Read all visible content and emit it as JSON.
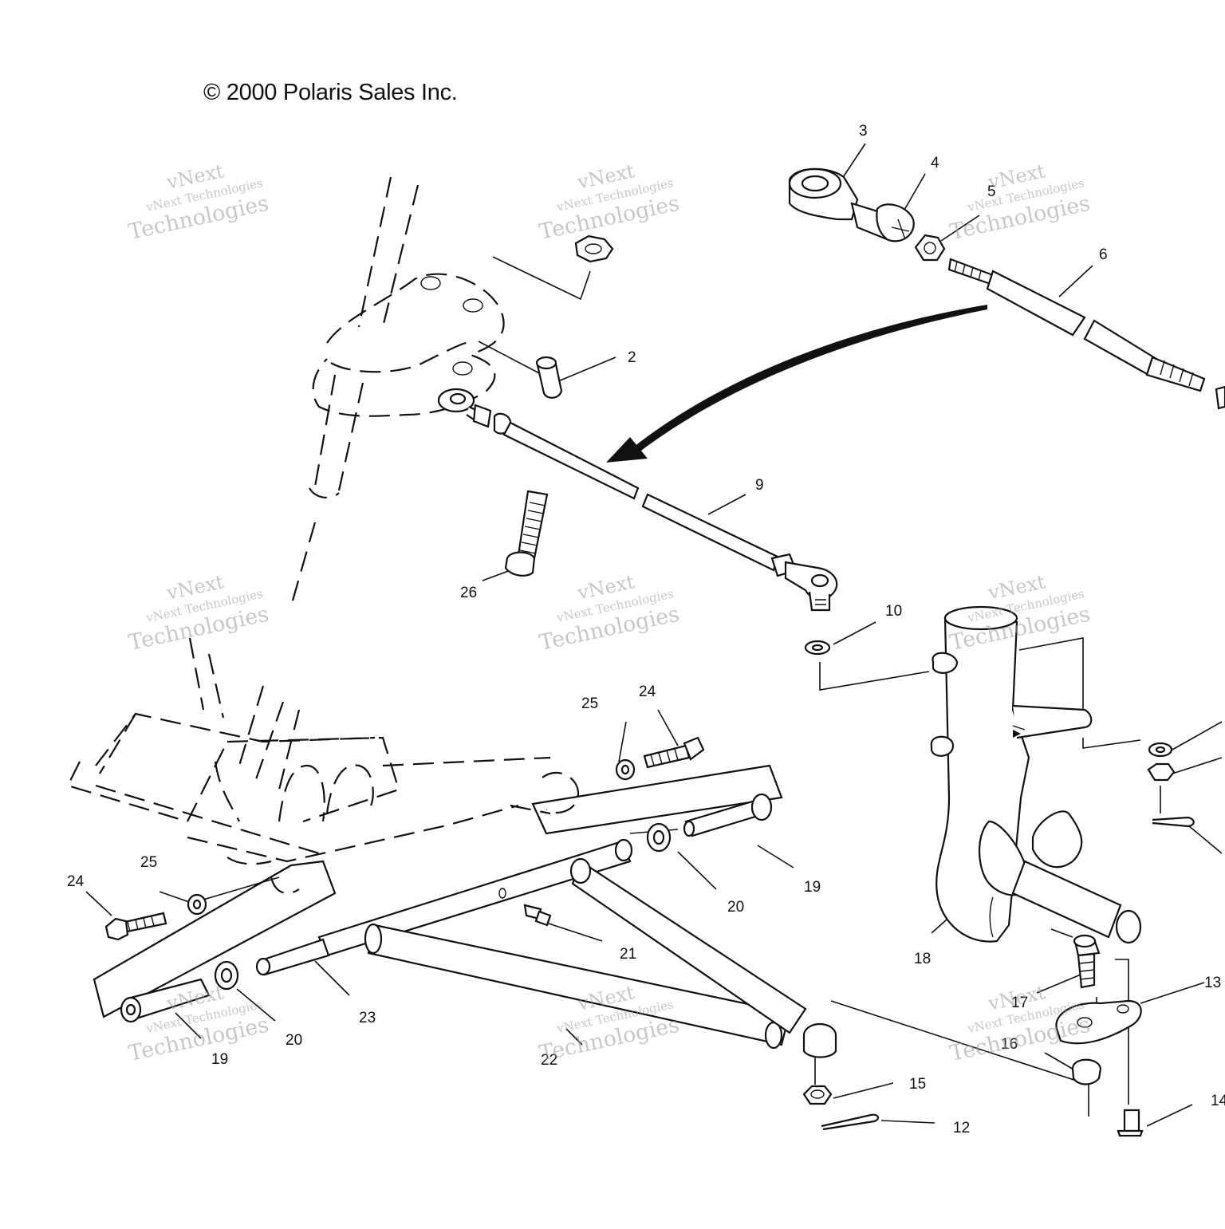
{
  "copyright": "© 2000 Polaris Sales Inc.",
  "watermark": {
    "line1": "vNext",
    "line2": "vNext Technologies",
    "line3": "Technologies"
  },
  "callouts": {
    "c2": "2",
    "c3": "3",
    "c4": "4",
    "c5": "5",
    "c6": "6",
    "c9": "9",
    "c10": "10",
    "c12": "12",
    "c13": "13",
    "c14": "14",
    "c15": "15",
    "c16": "16",
    "c17": "17",
    "c18": "18",
    "c19a": "19",
    "c19b": "19",
    "c20a": "20",
    "c20b": "20",
    "c21": "21",
    "c22": "22",
    "c23": "23",
    "c24a": "24",
    "c24b": "24",
    "c25a": "25",
    "c25b": "25",
    "c26": "26"
  }
}
